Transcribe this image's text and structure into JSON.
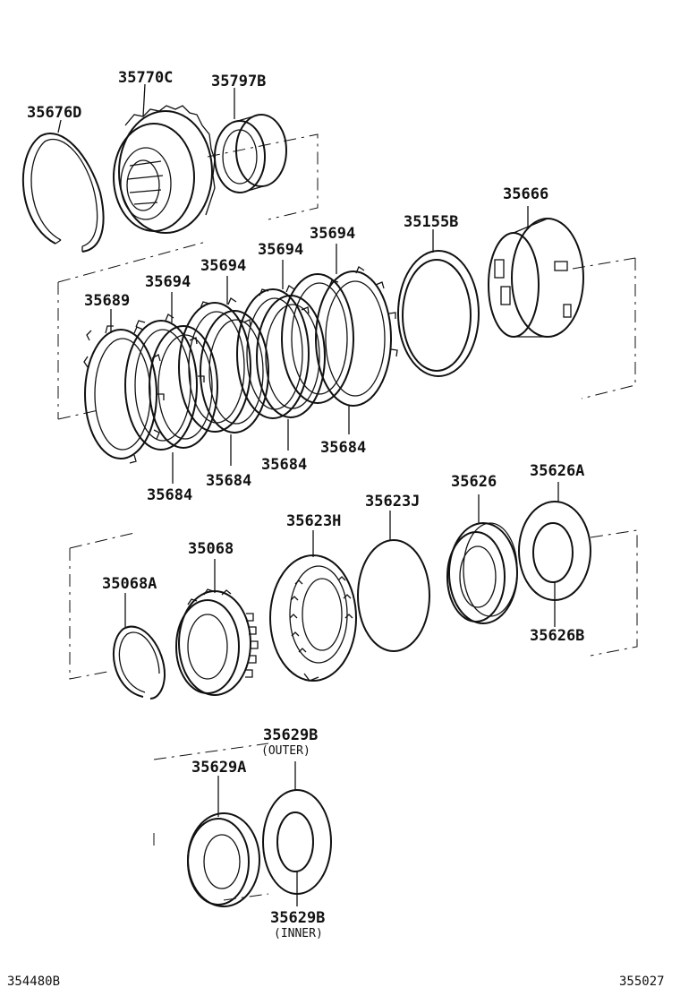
{
  "labels": {
    "p35770C": "35770C",
    "p35797B": "35797B",
    "p35676D": "35676D",
    "p35155B": "35155B",
    "p35666": "35666",
    "p35694_1": "35694",
    "p35694_2": "35694",
    "p35694_3": "35694",
    "p35694_4": "35694",
    "p35689": "35689",
    "p35684_1": "35684",
    "p35684_2": "35684",
    "p35684_3": "35684",
    "p35684_4": "35684",
    "p35626": "35626",
    "p35626A": "35626A",
    "p35623J": "35623J",
    "p35623H": "35623H",
    "p35068": "35068",
    "p35068A": "35068A",
    "p35626B": "35626B",
    "p35629B_outer": "35629B",
    "outer_note": "(OUTER)",
    "p35629A": "35629A",
    "p35629B_inner": "35629B",
    "inner_note": "(INNER)"
  },
  "corner_codes": {
    "left": "354480B",
    "right": "355027"
  }
}
